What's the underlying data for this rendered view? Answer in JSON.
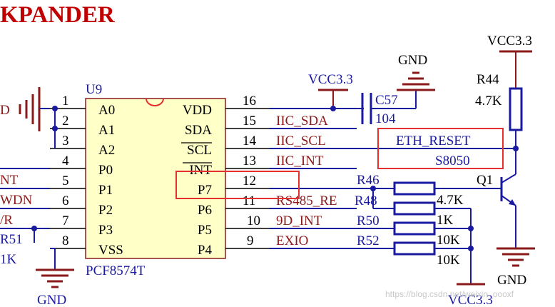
{
  "title": "KPANDER",
  "chip": {
    "ref": "U9",
    "part": "PCF8574T",
    "left_pins": [
      {
        "num": "1",
        "name": "A0"
      },
      {
        "num": "2",
        "name": "A1"
      },
      {
        "num": "3",
        "name": "A2"
      },
      {
        "num": "4",
        "name": "P0"
      },
      {
        "num": "5",
        "name": "P1"
      },
      {
        "num": "6",
        "name": "P2"
      },
      {
        "num": "7",
        "name": "P3"
      },
      {
        "num": "8",
        "name": "VSS"
      }
    ],
    "right_pins": [
      {
        "num": "16",
        "name": "VDD"
      },
      {
        "num": "15",
        "name": "SDA"
      },
      {
        "num": "14",
        "name": "SCL"
      },
      {
        "num": "13",
        "name": "INT"
      },
      {
        "num": "12",
        "name": "P7"
      },
      {
        "num": "11",
        "name": "P6"
      },
      {
        "num": "10",
        "name": "P5"
      },
      {
        "num": "9",
        "name": "P4"
      }
    ]
  },
  "nets": {
    "right": [
      "IIC_SDA",
      "IIC_SCL",
      "IIC_INT",
      "RS485_RE",
      "9D_INT",
      "EXIO"
    ],
    "left_partial": [
      "D",
      "NT",
      "WDN",
      "/R",
      "R51",
      "1K"
    ]
  },
  "supplies": {
    "vcc_top_chip": "VCC3.3",
    "vcc_r44": "VCC3.3",
    "vcc_bottom": "VCC3.3",
    "gnd_cap": "GND",
    "gnd_chip": "GND",
    "gnd_transistor": "GND"
  },
  "components": {
    "c57": {
      "ref": "C57",
      "value": "104"
    },
    "r44": {
      "ref": "R44",
      "value": "4.7K"
    },
    "q1": {
      "ref": "Q1"
    },
    "eth_box": {
      "line1": "ETH_RESET",
      "line2": "S8050"
    },
    "resistors": [
      {
        "ref": "R46",
        "value": "4.7K"
      },
      {
        "ref": "R48",
        "value": "1K"
      },
      {
        "ref": "R50",
        "value": "10K"
      },
      {
        "ref": "R52",
        "value": "10K"
      }
    ]
  },
  "watermark": "https://blog.csdn.net/weixin_oooxf",
  "colors": {
    "wire": "#1a1aa0",
    "chip_fill": "#ffffc8",
    "chip_border": "#8b1a1a",
    "junction": "#1a1aa0",
    "net_label": "#8b1a1a",
    "highlight_box": "#e53030",
    "title": "#c00000"
  }
}
